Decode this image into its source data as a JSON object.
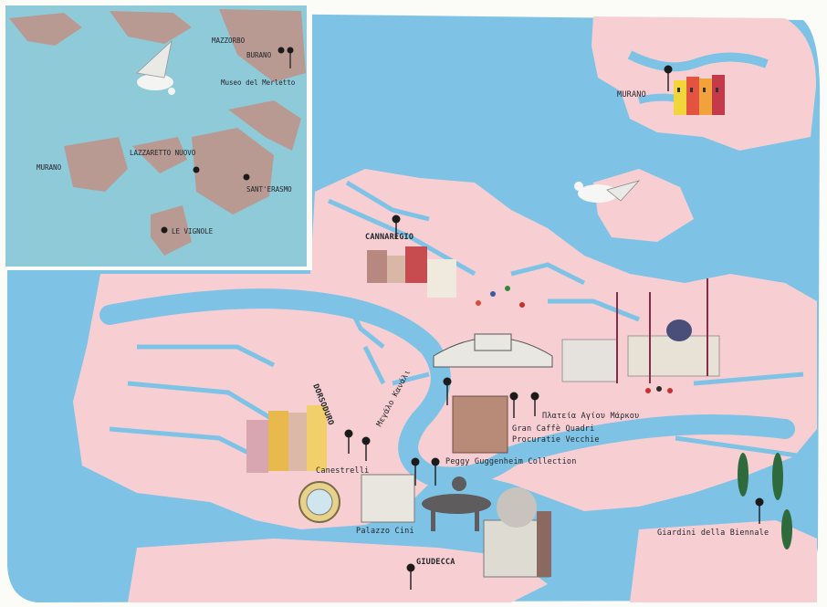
{
  "colors": {
    "water": "#7ec3e6",
    "water_inset": "#8fcad9",
    "land": "#f7cfd3",
    "inset_land": "#b89a92",
    "pin": "#1b1b1b"
  },
  "main_labels": {
    "cannaregio": "CANNAREGIO",
    "murano": "MURANO",
    "dorsoduro": "DORSODURO",
    "canal_grande": "Μεγάλο Κανάλι",
    "piazza": "Πλατεία Αγίου Μάρκου",
    "quadri": "Gran Caffè Quadri",
    "procuratie": "Procuratie Vecchie",
    "peggy": "Peggy Guggenheim Collection",
    "canestrelli": "Canestrelli",
    "palazzo_cini": "Palazzo Cini",
    "giudecca": "GIUDECCA",
    "giardini": "Giardini della Biennale"
  },
  "inset_labels": {
    "mazzorbo": "MAZZORBO",
    "burano": "BURANO",
    "merletto": "Museo del Merletto",
    "murano": "MURANO",
    "lazzaretto": "LAZZARETTO NUOVO",
    "sant_erasmo": "SANT'ERASMO",
    "le_vignole": "LE VIGNOLE"
  }
}
